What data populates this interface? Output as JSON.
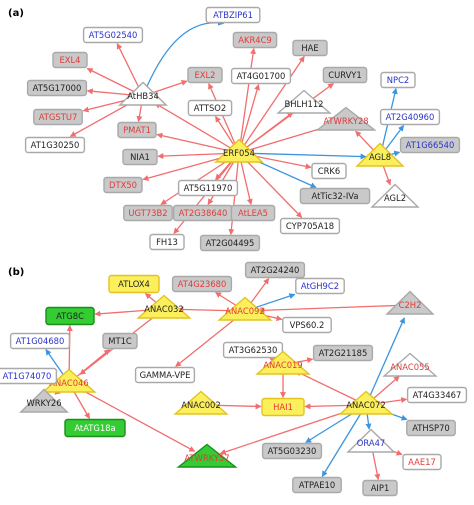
{
  "colors": {
    "inhibit": "#f26d6d",
    "activate": "#3a95e0",
    "label_red": "#e23a3a",
    "label_blue": "#2a33c8",
    "label_black": "#222222",
    "gray_fill": "#c9c9c9",
    "gray_stroke": "#a9a9a9",
    "hub_fill": "#fbef5c",
    "hub_stroke": "#e3c320",
    "green_fill": "#33cc33",
    "green_stroke": "#1a8f1a"
  },
  "panels": [
    {
      "label": "(a)",
      "nodes": [
        {
          "id": "ATBZIP61",
          "label": "ATBZIP61",
          "shape": "rect",
          "fill": "white",
          "color": "blue"
        },
        {
          "id": "AT5G02540",
          "label": "AT5G02540",
          "shape": "rect",
          "fill": "white",
          "color": "blue"
        },
        {
          "id": "AKR4C9",
          "label": "AKR4C9",
          "shape": "rect",
          "fill": "gray",
          "color": "red"
        },
        {
          "id": "HAE",
          "label": "HAE",
          "shape": "rect",
          "fill": "gray",
          "color": "black"
        },
        {
          "id": "EXL4",
          "label": "EXL4",
          "shape": "rect",
          "fill": "gray",
          "color": "red"
        },
        {
          "id": "CURVY1",
          "label": "CURVY1",
          "shape": "rect",
          "fill": "gray",
          "color": "black"
        },
        {
          "id": "EXL2",
          "label": "EXL2",
          "shape": "rect",
          "fill": "gray",
          "color": "red"
        },
        {
          "id": "AT4G01700",
          "label": "AT4G01700",
          "shape": "rect",
          "fill": "white",
          "color": "black"
        },
        {
          "id": "AT5G17000",
          "label": "AT5G17000",
          "shape": "rect",
          "fill": "gray",
          "color": "black"
        },
        {
          "id": "NPC2",
          "label": "NPC2",
          "shape": "rect",
          "fill": "white",
          "color": "blue"
        },
        {
          "id": "AtHB34",
          "label": "AtHB34",
          "shape": "triangle",
          "fill": "white",
          "color": "black"
        },
        {
          "id": "BHLH112",
          "label": "BHLH112",
          "shape": "triangle",
          "fill": "white",
          "color": "black"
        },
        {
          "id": "ATTSO2",
          "label": "ATTSO2",
          "shape": "rect",
          "fill": "white",
          "color": "black"
        },
        {
          "id": "ATGSTU7",
          "label": "ATGSTU7",
          "shape": "rect",
          "fill": "gray",
          "color": "red"
        },
        {
          "id": "ATWRKY28",
          "label": "ATWRKY28",
          "shape": "triangle",
          "fill": "gray",
          "color": "red"
        },
        {
          "id": "AT2G40960",
          "label": "AT2G40960",
          "shape": "rect",
          "fill": "white",
          "color": "blue"
        },
        {
          "id": "PMAT1",
          "label": "PMAT1",
          "shape": "rect",
          "fill": "gray",
          "color": "red"
        },
        {
          "id": "AT1G30250",
          "label": "AT1G30250",
          "shape": "rect",
          "fill": "white",
          "color": "black"
        },
        {
          "id": "AT1G66540",
          "label": "AT1G66540",
          "shape": "rect",
          "fill": "gray",
          "color": "blue"
        },
        {
          "id": "NIA1",
          "label": "NIA1",
          "shape": "rect",
          "fill": "gray",
          "color": "black"
        },
        {
          "id": "ERF054",
          "label": "ERF054",
          "shape": "triangle",
          "fill": "yellow",
          "color": "black"
        },
        {
          "id": "AGL8",
          "label": "AGL8",
          "shape": "triangle",
          "fill": "yellow",
          "color": "black"
        },
        {
          "id": "CRK6",
          "label": "CRK6",
          "shape": "rect",
          "fill": "white",
          "color": "black"
        },
        {
          "id": "DTX50",
          "label": "DTX50",
          "shape": "rect",
          "fill": "gray",
          "color": "red"
        },
        {
          "id": "AT5G11970",
          "label": "AT5G11970",
          "shape": "rect",
          "fill": "white",
          "color": "black"
        },
        {
          "id": "AtTic32-IVa",
          "label": "AtTic32-IVa",
          "shape": "rect",
          "fill": "gray",
          "color": "black"
        },
        {
          "id": "UGT73B2",
          "label": "UGT73B2",
          "shape": "rect",
          "fill": "gray",
          "color": "red"
        },
        {
          "id": "AT2G38640",
          "label": "AT2G38640",
          "shape": "rect",
          "fill": "gray",
          "color": "red"
        },
        {
          "id": "AtLEA5",
          "label": "AtLEA5",
          "shape": "rect",
          "fill": "gray",
          "color": "red"
        },
        {
          "id": "AGL2",
          "label": "AGL2",
          "shape": "triangle",
          "fill": "white",
          "color": "black"
        },
        {
          "id": "CYP705A18",
          "label": "CYP705A18",
          "shape": "rect",
          "fill": "white",
          "color": "black"
        },
        {
          "id": "FH13",
          "label": "FH13",
          "shape": "rect",
          "fill": "white",
          "color": "black"
        },
        {
          "id": "AT2G04495",
          "label": "AT2G04495",
          "shape": "rect",
          "fill": "gray",
          "color": "black"
        }
      ],
      "edges": [
        {
          "from": "AtHB34",
          "to": "ATBZIP61",
          "type": "activate",
          "curved": true
        },
        {
          "from": "AtHB34",
          "to": "AT5G02540",
          "type": "inhibit"
        },
        {
          "from": "AtHB34",
          "to": "EXL4",
          "type": "inhibit"
        },
        {
          "from": "AtHB34",
          "to": "AT5G17000",
          "type": "inhibit"
        },
        {
          "from": "AtHB34",
          "to": "ATGSTU7",
          "type": "inhibit"
        },
        {
          "from": "AtHB34",
          "to": "AT1G30250",
          "type": "inhibit"
        },
        {
          "from": "AtHB34",
          "to": "PMAT1",
          "type": "inhibit"
        },
        {
          "from": "AtHB34",
          "to": "EXL2",
          "type": "inhibit"
        },
        {
          "from": "ERF054",
          "to": "AtHB34",
          "type": "inhibit"
        },
        {
          "from": "ERF054",
          "to": "AKR4C9",
          "type": "inhibit"
        },
        {
          "from": "ERF054",
          "to": "AT4G01700",
          "type": "inhibit"
        },
        {
          "from": "ERF054",
          "to": "HAE",
          "type": "inhibit"
        },
        {
          "from": "ERF054",
          "to": "CURVY1",
          "type": "inhibit"
        },
        {
          "from": "ERF054",
          "to": "BHLH112",
          "type": "inhibit"
        },
        {
          "from": "ERF054",
          "to": "ATTSO2",
          "type": "inhibit"
        },
        {
          "from": "ERF054",
          "to": "EXL2",
          "type": "inhibit"
        },
        {
          "from": "ERF054",
          "to": "PMAT1",
          "type": "inhibit"
        },
        {
          "from": "ERF054",
          "to": "NIA1",
          "type": "inhibit"
        },
        {
          "from": "ERF054",
          "to": "DTX50",
          "type": "inhibit"
        },
        {
          "from": "ERF054",
          "to": "UGT73B2",
          "type": "inhibit"
        },
        {
          "from": "ERF054",
          "to": "AT5G11970",
          "type": "inhibit"
        },
        {
          "from": "ERF054",
          "to": "AT2G38640",
          "type": "inhibit"
        },
        {
          "from": "ERF054",
          "to": "FH13",
          "type": "inhibit"
        },
        {
          "from": "ERF054",
          "to": "AT2G04495",
          "type": "inhibit"
        },
        {
          "from": "ERF054",
          "to": "AtLEA5",
          "type": "inhibit"
        },
        {
          "from": "ERF054",
          "to": "CYP705A18",
          "type": "inhibit"
        },
        {
          "from": "ERF054",
          "to": "CRK6",
          "type": "inhibit"
        },
        {
          "from": "ERF054",
          "to": "ATWRKY28",
          "type": "inhibit"
        },
        {
          "from": "ERF054",
          "to": "AGL8",
          "type": "activate"
        },
        {
          "from": "ERF054",
          "to": "AtTic32-IVa",
          "type": "activate"
        },
        {
          "from": "AGL8",
          "to": "ATWRKY28",
          "type": "inhibit"
        },
        {
          "from": "AGL8",
          "to": "NPC2",
          "type": "activate"
        },
        {
          "from": "AGL8",
          "to": "AT2G40960",
          "type": "activate"
        },
        {
          "from": "AGL8",
          "to": "AT1G66540",
          "type": "activate"
        },
        {
          "from": "AGL8",
          "to": "AGL2",
          "type": "inhibit"
        }
      ]
    },
    {
      "label": "(b)",
      "nodes": [
        {
          "id": "ATLOX4",
          "label": "ATLOX4",
          "shape": "rect",
          "fill": "yellow",
          "color": "black"
        },
        {
          "id": "AT4G23680",
          "label": "AT4G23680",
          "shape": "rect",
          "fill": "gray",
          "color": "red"
        },
        {
          "id": "AT2G24240",
          "label": "AT2G24240",
          "shape": "rect",
          "fill": "gray",
          "color": "black"
        },
        {
          "id": "ANAC032",
          "label": "ANAC032",
          "shape": "triangle",
          "fill": "yellow",
          "color": "black"
        },
        {
          "id": "ANAC092",
          "label": "ANAC092",
          "shape": "triangle",
          "fill": "yellow",
          "color": "red"
        },
        {
          "id": "AtGH9C2",
          "label": "AtGH9C2",
          "shape": "rect",
          "fill": "white",
          "color": "blue"
        },
        {
          "id": "C2H2",
          "label": "C2H2",
          "shape": "triangle",
          "fill": "gray",
          "color": "red"
        },
        {
          "id": "ATG8C",
          "label": "ATG8C",
          "shape": "rect",
          "fill": "green",
          "color": "black"
        },
        {
          "id": "VPS60.2",
          "label": "VPS60.2",
          "shape": "rect",
          "fill": "white",
          "color": "black"
        },
        {
          "id": "MT1C",
          "label": "MT1C",
          "shape": "rect",
          "fill": "gray",
          "color": "black"
        },
        {
          "id": "AT1G04680",
          "label": "AT1G04680",
          "shape": "rect",
          "fill": "white",
          "color": "blue"
        },
        {
          "id": "AT3G62530",
          "label": "AT3G62530",
          "shape": "rect",
          "fill": "white",
          "color": "black"
        },
        {
          "id": "AT2G21185",
          "label": "AT2G21185",
          "shape": "rect",
          "fill": "gray",
          "color": "black"
        },
        {
          "id": "ANAC019",
          "label": "ANAC019",
          "shape": "triangle",
          "fill": "yellow",
          "color": "red"
        },
        {
          "id": "ANAC055",
          "label": "ANAC055",
          "shape": "triangle",
          "fill": "white",
          "color": "red"
        },
        {
          "id": "ANAC046",
          "label": "ANAC046",
          "shape": "triangle",
          "fill": "yellow",
          "color": "red"
        },
        {
          "id": "GAMMA-VPE",
          "label": "GAMMA-VPE",
          "shape": "rect",
          "fill": "white",
          "color": "black"
        },
        {
          "id": "AT1G74070",
          "label": "AT1G74070",
          "shape": "rect",
          "fill": "white",
          "color": "blue"
        },
        {
          "id": "AT4G33467",
          "label": "AT4G33467",
          "shape": "rect",
          "fill": "white",
          "color": "black"
        },
        {
          "id": "WRKY26",
          "label": "WRKY26",
          "shape": "triangle",
          "fill": "gray",
          "color": "black"
        },
        {
          "id": "ANAC002",
          "label": "ANAC002",
          "shape": "triangle",
          "fill": "yellow",
          "color": "black"
        },
        {
          "id": "HAI1",
          "label": "HAI1",
          "shape": "rect",
          "fill": "yellow",
          "color": "red"
        },
        {
          "id": "ANAC072",
          "label": "ANAC072",
          "shape": "triangle",
          "fill": "yellow",
          "color": "black"
        },
        {
          "id": "AtATG18a",
          "label": "AtATG18a",
          "shape": "rect",
          "fill": "green",
          "color": "white"
        },
        {
          "id": "ATHSP70",
          "label": "ATHSP70",
          "shape": "rect",
          "fill": "gray",
          "color": "black"
        },
        {
          "id": "ORA47",
          "label": "ORA47",
          "shape": "triangle",
          "fill": "white",
          "color": "blue"
        },
        {
          "id": "AT5G03230",
          "label": "AT5G03230",
          "shape": "rect",
          "fill": "gray",
          "color": "black"
        },
        {
          "id": "AAE17",
          "label": "AAE17",
          "shape": "rect",
          "fill": "white",
          "color": "red"
        },
        {
          "id": "ATWRKY57",
          "label": "ATWRKY57",
          "shape": "triangle",
          "fill": "green",
          "color": "red"
        },
        {
          "id": "ATPAE10",
          "label": "ATPAE10",
          "shape": "rect",
          "fill": "gray",
          "color": "black"
        },
        {
          "id": "AIP1",
          "label": "AIP1",
          "shape": "rect",
          "fill": "gray",
          "color": "black"
        }
      ],
      "edges": [
        {
          "from": "ANAC032",
          "to": "ATLOX4",
          "type": "inhibit"
        },
        {
          "from": "ANAC032",
          "to": "ATG8C",
          "type": "inhibit"
        },
        {
          "from": "ANAC032",
          "to": "ANAC046",
          "type": "inhibit"
        },
        {
          "from": "ANAC092",
          "to": "ANAC032",
          "type": "inhibit"
        },
        {
          "from": "ANAC092",
          "to": "AT4G23680",
          "type": "inhibit"
        },
        {
          "from": "ANAC092",
          "to": "AT2G24240",
          "type": "inhibit"
        },
        {
          "from": "ANAC092",
          "to": "AtGH9C2",
          "type": "activate"
        },
        {
          "from": "ANAC092",
          "to": "VPS60.2",
          "type": "inhibit"
        },
        {
          "from": "ANAC092",
          "to": "GAMMA-VPE",
          "type": "inhibit"
        },
        {
          "from": "C2H2",
          "to": "ANAC092",
          "type": "inhibit"
        },
        {
          "from": "ANAC046",
          "to": "ATG8C",
          "type": "inhibit"
        },
        {
          "from": "ANAC046",
          "to": "AT1G04680",
          "type": "activate"
        },
        {
          "from": "ANAC046",
          "to": "AT1G74070",
          "type": "activate"
        },
        {
          "from": "ANAC046",
          "to": "MT1C",
          "type": "inhibit"
        },
        {
          "from": "ANAC046",
          "to": "WRKY26",
          "type": "inhibit"
        },
        {
          "from": "ANAC046",
          "to": "AtATG18a",
          "type": "inhibit"
        },
        {
          "from": "ANAC046",
          "to": "ATWRKY57",
          "type": "inhibit"
        },
        {
          "from": "ANAC019",
          "to": "AT3G62530",
          "type": "inhibit"
        },
        {
          "from": "ANAC019",
          "to": "AT2G21185",
          "type": "inhibit"
        },
        {
          "from": "ANAC019",
          "to": "HAI1",
          "type": "inhibit"
        },
        {
          "from": "ANAC072",
          "to": "ANAC019",
          "type": "inhibit"
        },
        {
          "from": "ANAC072",
          "to": "ANAC055",
          "type": "inhibit"
        },
        {
          "from": "ANAC072",
          "to": "C2H2",
          "type": "activate"
        },
        {
          "from": "ANAC072",
          "to": "AT4G33467",
          "type": "inhibit"
        },
        {
          "from": "ANAC072",
          "to": "ATHSP70",
          "type": "activate"
        },
        {
          "from": "ANAC072",
          "to": "ORA47",
          "type": "activate"
        },
        {
          "from": "ANAC072",
          "to": "AT5G03230",
          "type": "activate"
        },
        {
          "from": "ANAC072",
          "to": "ATPAE10",
          "type": "activate"
        },
        {
          "from": "ANAC072",
          "to": "HAI1",
          "type": "inhibit"
        },
        {
          "from": "ANAC072",
          "to": "ATWRKY57",
          "type": "inhibit"
        },
        {
          "from": "ANAC002",
          "to": "HAI1",
          "type": "inhibit"
        },
        {
          "from": "ORA47",
          "to": "AAE17",
          "type": "inhibit"
        },
        {
          "from": "ORA47",
          "to": "AIP1",
          "type": "inhibit"
        }
      ]
    }
  ]
}
